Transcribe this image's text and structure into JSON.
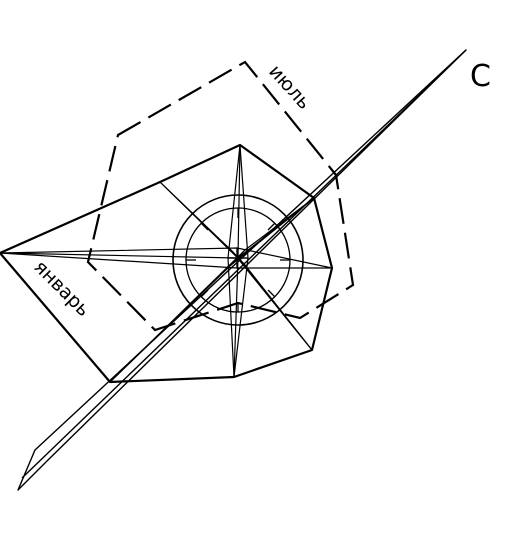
{
  "labels": {
    "north": "С",
    "july": "июль",
    "january": "январь"
  },
  "colors": {
    "stroke": "#000000",
    "background": "#ffffff"
  }
}
